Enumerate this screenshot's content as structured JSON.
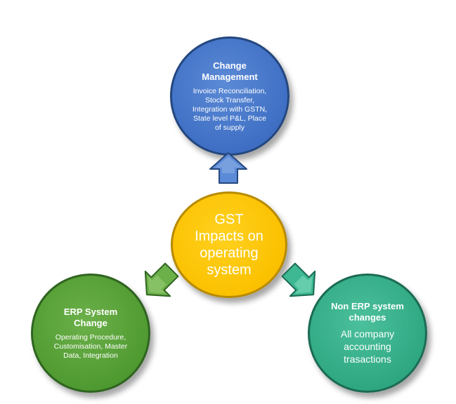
{
  "center": {
    "lines": [
      "GST",
      "Impacts on",
      "operating",
      "system"
    ]
  },
  "nodes": {
    "top": {
      "title_lines": [
        "Change",
        "Management"
      ],
      "desc_lines": [
        "Invoice Reconciliation,",
        "Stock Transfer,",
        "Integration with GSTN,",
        "State level P&L, Place",
        "of supply"
      ],
      "color": "#4472C4"
    },
    "left": {
      "title_lines": [
        "ERP System",
        "Change"
      ],
      "desc_lines": [
        "Operating Procedure,",
        "Customisation, Master",
        "Data, Integration"
      ],
      "color": "#5BA33A"
    },
    "right": {
      "title_lines": [
        "Non ERP system",
        "changes"
      ],
      "desc_lines": [
        "All company",
        "accounting",
        "trasactions"
      ],
      "color": "#2EAA85"
    }
  },
  "center_color": "#FFC000",
  "arrow_colors": {
    "top": "#5B8AD6",
    "left": "#6CB04A",
    "right": "#3DB892"
  }
}
